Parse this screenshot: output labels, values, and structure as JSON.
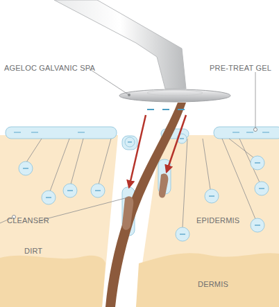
{
  "diagram": {
    "labels": [
      "AGELOC GALVANIC SPA",
      "PRE-TREAT GEL",
      "CLEANSER",
      "DIRT",
      "EPIDERMIS",
      "DERMIS"
    ]
  }
}
